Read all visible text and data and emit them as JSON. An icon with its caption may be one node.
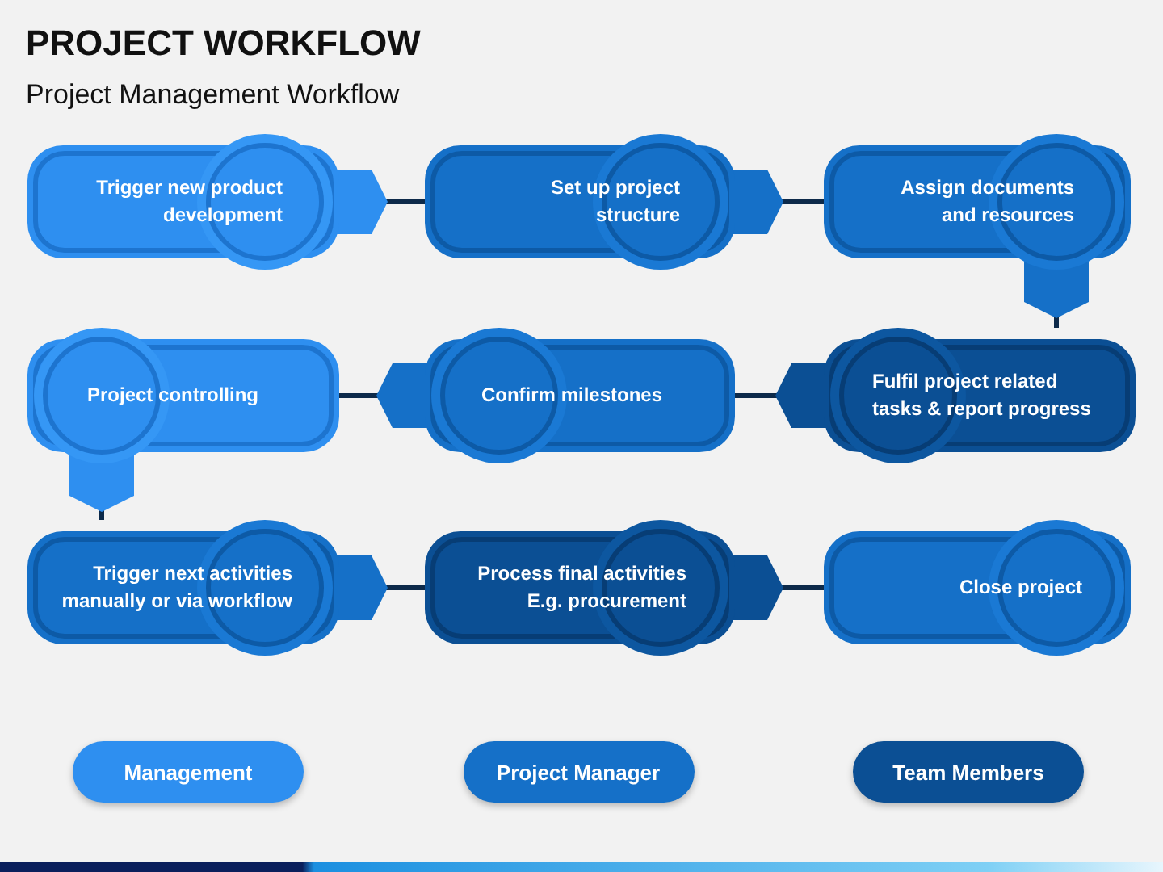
{
  "diagram": {
    "title": "PROJECT WORKFLOW",
    "caption": "Project Management Workflow",
    "nodes": [
      {
        "text": [
          "Trigger new product development"
        ]
      },
      {
        "text": [
          "Set up project structure"
        ]
      },
      {
        "text": [
          "Assign documents and resources"
        ]
      },
      {
        "text": [
          "Fulfil project related tasks & report progress"
        ]
      },
      {
        "text": [
          "Confirm milestones"
        ]
      },
      {
        "text": [
          "Project controlling"
        ]
      },
      {
        "text": [
          "Trigger next activities manually or via workflow"
        ]
      },
      {
        "text": [
          "Process final activities E.g. procurement"
        ]
      },
      {
        "text": [
          "Close project"
        ]
      }
    ],
    "edges": [
      {
        "from": 0,
        "to": 1,
        "arrow": "to"
      },
      {
        "from": 1,
        "to": 2,
        "arrow": "to"
      },
      {
        "from": 2,
        "to": 3,
        "arrow": "to"
      },
      {
        "from": 3,
        "to": 4,
        "arrow": "to"
      },
      {
        "from": 4,
        "to": 5,
        "arrow": "to"
      },
      {
        "from": 5,
        "to": 6,
        "arrow": "to"
      },
      {
        "from": 6,
        "to": 7,
        "arrow": "to"
      },
      {
        "from": 7,
        "to": 8,
        "arrow": "to"
      }
    ],
    "legend": [
      {
        "text": "Management",
        "color": "#2e8ff0"
      },
      {
        "text": "Project Manager",
        "color": "#1570c8"
      },
      {
        "text": "Team Members",
        "color": "#0b4f94"
      }
    ]
  }
}
